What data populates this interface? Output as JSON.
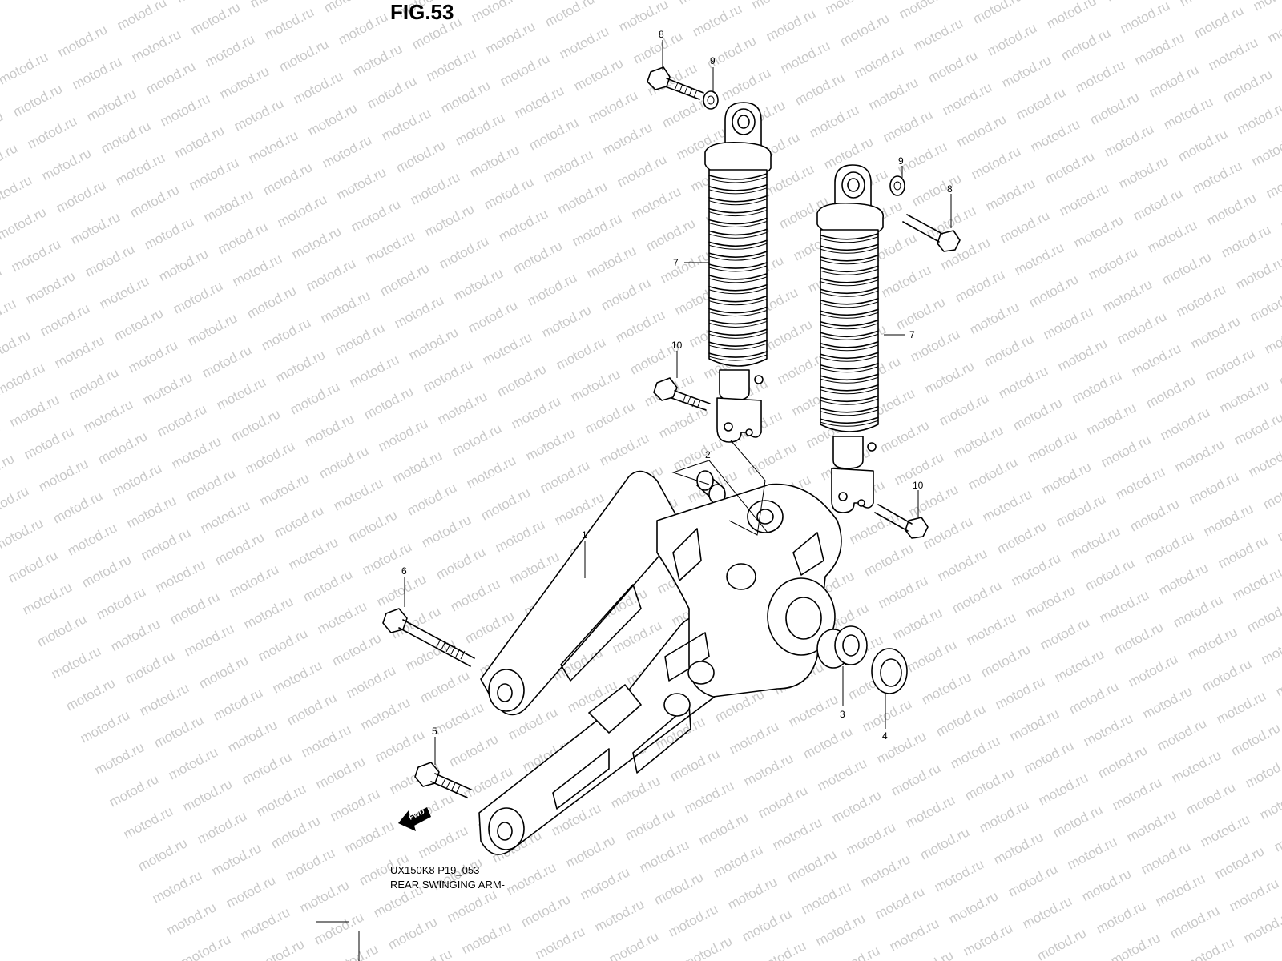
{
  "figure": {
    "title": "FIG.53",
    "code": "UX150K8 P19_053",
    "name": "REAR SWINGING ARM-",
    "fwd_label": "FWD"
  },
  "watermark": "motod.ru",
  "callouts": [
    "1",
    "2",
    "3",
    "4",
    "5",
    "6",
    "7",
    "7",
    "8",
    "8",
    "9",
    "9",
    "10",
    "10"
  ],
  "colors": {
    "line": "#000000",
    "watermark": "#c9c9c9",
    "background": "#ffffff"
  }
}
